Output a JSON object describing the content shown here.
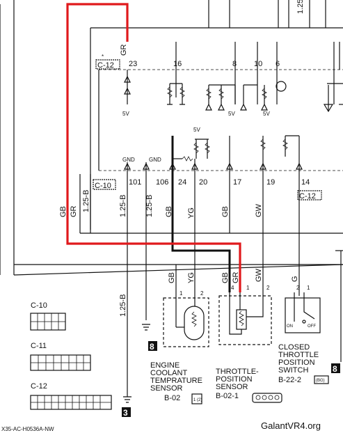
{
  "connectors": {
    "c12": "C-12",
    "c10": "C-10",
    "c11": "C-11"
  },
  "ecu_top_pins": [
    "23",
    "16",
    "8",
    "10",
    "6"
  ],
  "ecu_bottom_pins": [
    "101",
    "106",
    "24",
    "20",
    "17",
    "19",
    "14"
  ],
  "gnd_labels": [
    "GND",
    "GND"
  ],
  "volt_labels": [
    "5V",
    "5V",
    "5V",
    "5V"
  ],
  "wire_codes": {
    "gr_top": "GR",
    "wire_125b_a": "1.25-B",
    "wire_125b_b": "1.25-B",
    "wire_125b_c": "1.25-B",
    "wire_125b_d": "1.25-B",
    "gb_left": "GB",
    "gr_left": "GR",
    "gb_mid": "GB",
    "yg_mid": "YG",
    "gb_right": "GB",
    "gw_right": "GW",
    "gb_lower": "GB",
    "yg_lower": "YG",
    "gb_tps": "GB",
    "gr_tps": "GR",
    "gw_tps": "GW",
    "g_switch": "G",
    "top_right": "1.25"
  },
  "component_pins": {
    "coolant": [
      "1",
      "2"
    ],
    "tps": [
      "4",
      "1",
      "2"
    ],
    "switch": [
      "2",
      "1"
    ]
  },
  "switch_states": {
    "on": "ON",
    "off": "OFF"
  },
  "components": {
    "coolant": {
      "line1": "ENGINE",
      "line2": "COOLANT",
      "line3": "TEMPRATURE",
      "line4": "SENSOR",
      "ref": "B-02"
    },
    "tps": {
      "line1": "THROTTLE-",
      "line2": "POSITION",
      "line3": "SENSOR",
      "ref": "B-02-1"
    },
    "switch": {
      "line1": "CLOSED",
      "line2": "THROTTLE",
      "line3": "POSITION",
      "line4": "SWITCH",
      "ref": "B-22-2"
    }
  },
  "ground_marks": [
    "8",
    "8",
    "3"
  ],
  "small_badges": {
    "coolant": "1 (2)",
    "switch": "(BG)"
  },
  "footer": {
    "doc_id": "X35-AC-H0536A-NW",
    "watermark": "GalantVR4.org"
  },
  "colors": {
    "highlight": "#e0191c",
    "ink": "#111111"
  }
}
